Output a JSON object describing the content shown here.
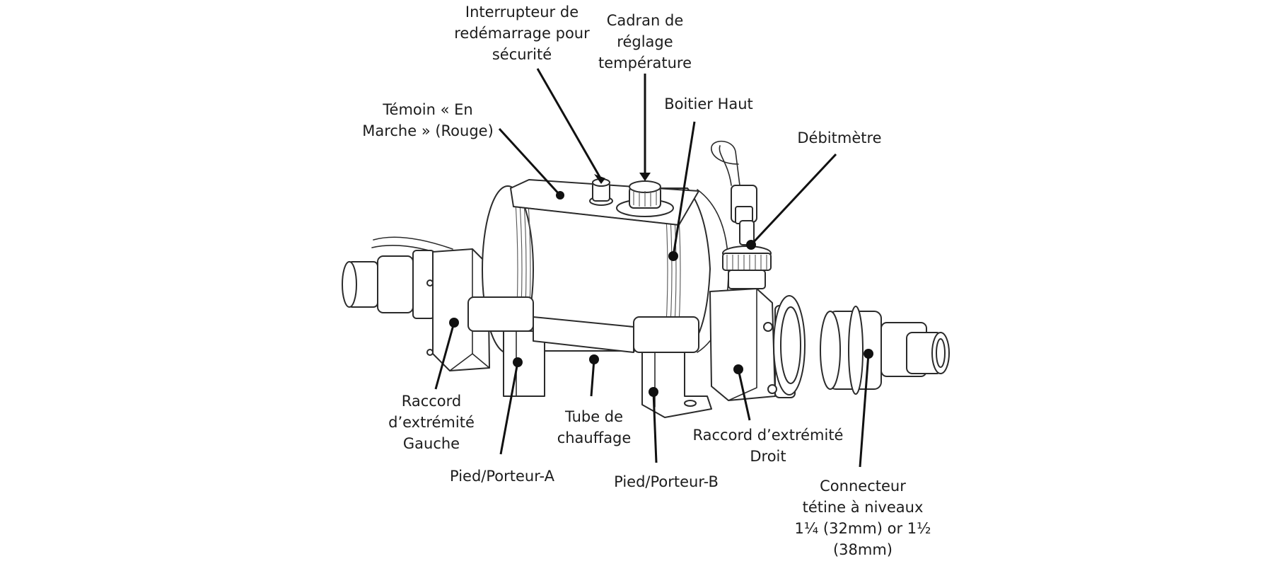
{
  "labels": {
    "restart_switch": [
      "Interrupteur de",
      "redémarrage pour",
      "sécurité"
    ],
    "temp_dial": [
      "Cadran de",
      "réglage",
      "température"
    ],
    "power_light": [
      "Témoin « En",
      "Marche »  (Rouge)"
    ],
    "top_housing": [
      "Boitier Haut"
    ],
    "flowmeter": [
      "Débitmètre"
    ],
    "left_end_fitting": [
      "Raccord",
      "d’extrémité",
      "Gauche"
    ],
    "heating_tube": [
      "Tube de",
      "chauffage"
    ],
    "right_end_fitting": [
      "Raccord d’extrémité",
      "Droit"
    ],
    "foot_a": [
      "Pied/Porteur-A"
    ],
    "foot_b": [
      "Pied/Porteur-B"
    ],
    "connector": [
      "Connecteur",
      "tétine à niveaux",
      "1¼ (32mm) or 1½",
      "(38mm)"
    ]
  }
}
